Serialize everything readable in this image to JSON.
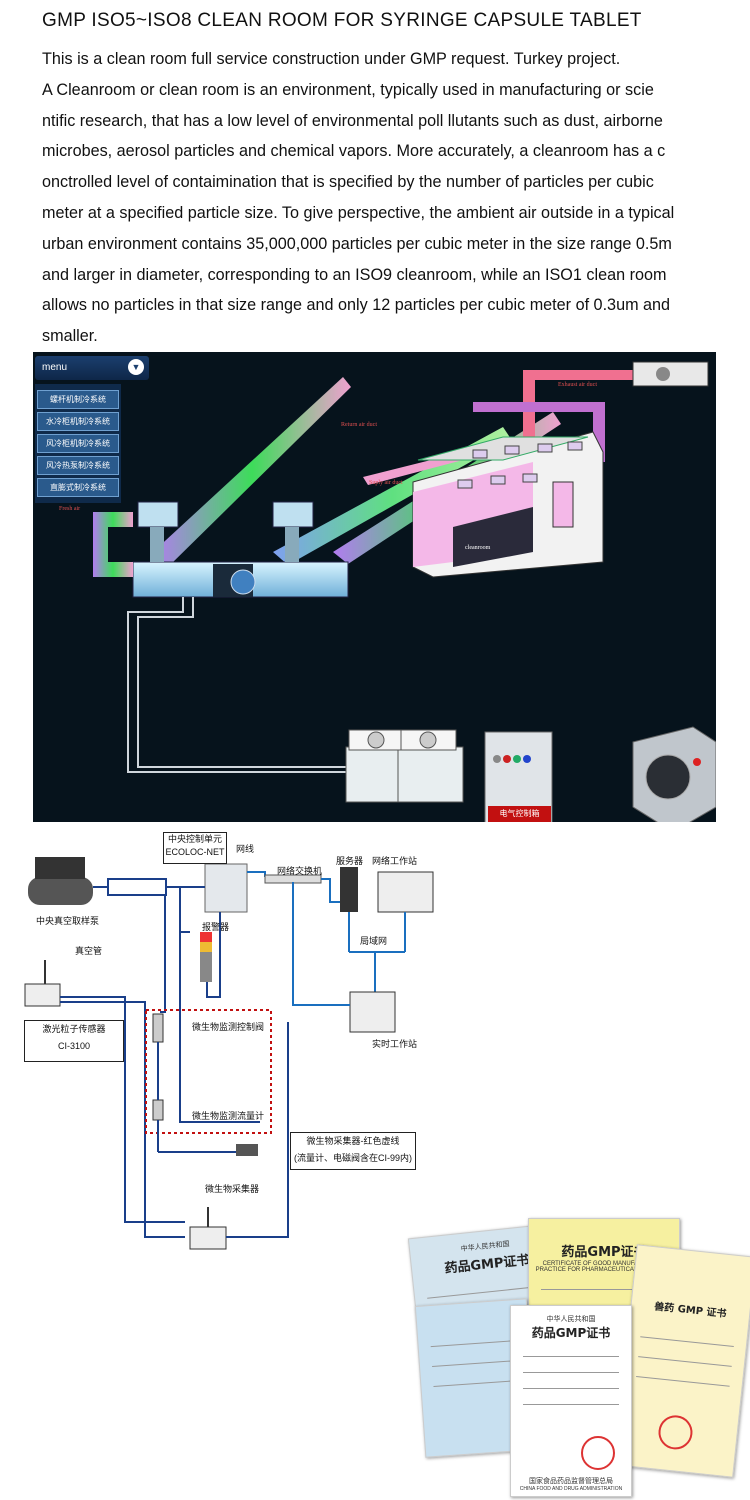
{
  "page": {
    "title": "GMP ISO5~ISO8 CLEAN ROOM FOR SYRINGE CAPSULE TABLET",
    "body": "This is a clean room full service construction under GMP request. Turkey project.\nA Cleanroom or clean room is an environment, typically used in manufacturing or  scie\nntific research, that has a low level of environmental poll llutants such as dust, airborne\nmicrobes, aerosol particles and chemical vapors. More accurately, a cleanroom has a c\nonctrolled level of contaimination that is specified by the number of particles per cubic\nmeter at a specified particle size. To give perspective, the ambient air outside in a typical\nurban environment contains 35,000,000 particles per cubic meter in the size range 0.5m\nand larger in diameter, corresponding to an ISO9 cleanroom, while an ISO1 clean room\nallows no particles in that size range and only 12 particles per cubic meter of 0.3um and\nsmaller."
  },
  "hvac": {
    "menu_label": "menu",
    "menu_items": [
      "螺杆机制冷系统",
      "水冷柜机制冷系统",
      "风冷柜机制冷系统",
      "风冷热泵制冷系统",
      "直膨式制冷系统"
    ],
    "labels": {
      "exhaust": "Exhaust air duct",
      "return": "Return air duct",
      "supply": "Suply air duct",
      "fresh": "Fresh air",
      "cleanroom": "cleanroom"
    },
    "electric_cabinet": "电气控制箱",
    "colors": {
      "background": "#06131c",
      "duct_green": "#3ddc5a",
      "duct_pink": "#f0a0d0",
      "duct_purple": "#b080f0"
    }
  },
  "monitoring": {
    "central_unit": "中央控制单元",
    "central_unit_model": "ECOLOC-NET",
    "network_line": "网线",
    "switch": "网络交换机",
    "server": "服务器",
    "workstation": "网络工作站",
    "lan": "局域网",
    "vacuum_pump": "中央真空取样泵",
    "vacuum_tube": "真空管",
    "alarm": "报警器",
    "sensor_name": "激光粒子传感器",
    "sensor_model": "CI-3100",
    "realtime_ws": "实时工作站",
    "valve": "微生物监测控制阀",
    "flowmeter": "微生物监测流量计",
    "collector": "微生物采集器",
    "collector_note_1": "微生物采集器-红色虚线",
    "collector_note_2": "(流量计、电磁阀含在CI-99内)"
  },
  "certificates": {
    "c1_country": "中华人民共和国",
    "c1_title": "药品GMP证书",
    "c1_sub": "CERTIFICATE OF GOOD MANUFACTURING PRACTICE FOR PHARMACEUTICAL PRODUCTS",
    "c2_title": "兽药 GMP 证书",
    "c3_country": "中华人民共和国",
    "c3_title": "药品GMP证书",
    "c3_issuer": "国家食品药品监督管理总局",
    "c3_issuer_en": "CHINA FOOD AND DRUG ADMINISTRATION"
  }
}
